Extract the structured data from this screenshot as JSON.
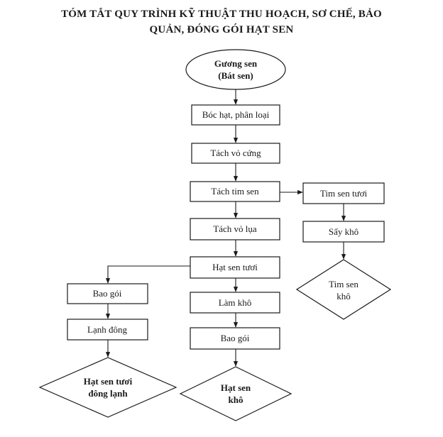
{
  "title": {
    "line1": "TÓM TẮT QUY TRÌNH KỸ THUẬT THU HOẠCH, SƠ CHẾ, BẢO",
    "line2": "QUẢN, ĐÓNG GÓI HẠT SEN"
  },
  "nodes": {
    "start_line1": "Gương sen",
    "start_line2": "(Bát sen)",
    "boc_hat": "Bóc hạt, phân loại",
    "tach_vo_cung": "Tách vỏ cứng",
    "tach_tim_sen": "Tách tim sen",
    "tach_vo_lua": "Tách vỏ lụa",
    "hat_sen_tuoi": "Hạt sen tươi",
    "tim_sen_tuoi": "Tim sen tươi",
    "say_kho": "Sấy khô",
    "tim_sen_kho_line1": "Tim sen",
    "tim_sen_kho_line2": "khô",
    "bao_goi_left": "Bao gói",
    "lanh_dong": "Lạnh đông",
    "hat_sen_tuoi_dong_lanh_line1": "Hạt sen tươi",
    "hat_sen_tuoi_dong_lanh_line2": "đông lạnh",
    "lam_kho": "Làm khô",
    "bao_goi_mid": "Bao gói",
    "hat_sen_kho_line1": "Hạt sen",
    "hat_sen_kho_line2": "khô"
  }
}
